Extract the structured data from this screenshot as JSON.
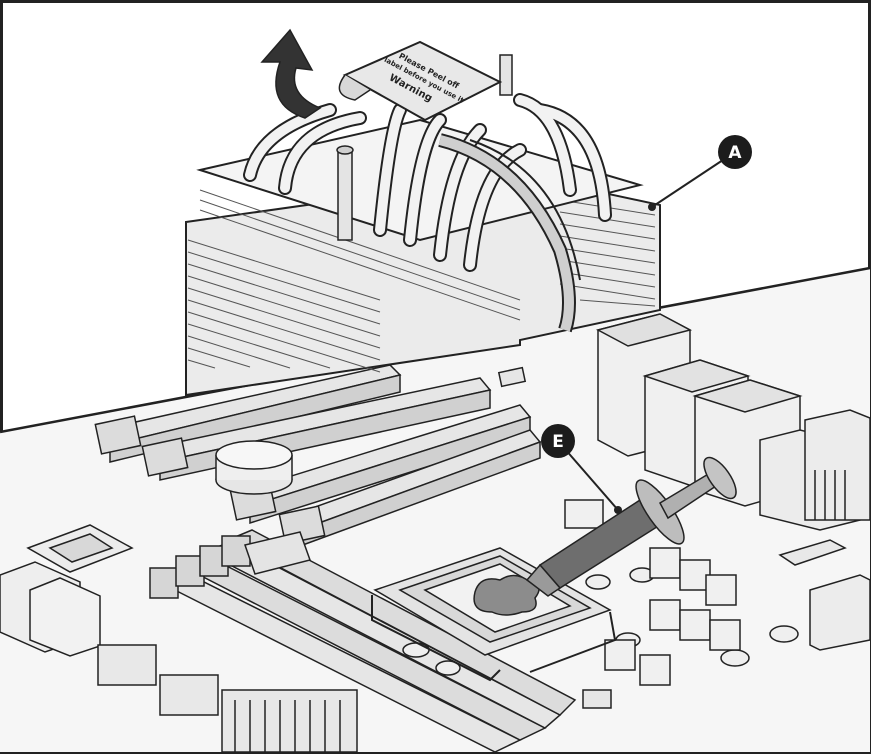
{
  "callouts": {
    "a": "A",
    "e": "E"
  },
  "protective_film": {
    "line1": "Please Peel off",
    "line2": "label before you use it",
    "line3": "Warning"
  },
  "colors": {
    "outline": "#222222",
    "metal_light": "#f0f0f0",
    "metal_mid": "#d9d9d9",
    "metal_dark": "#a8a8a8",
    "arrow": "#333333",
    "thermal_paste": "#8c8c8c",
    "syringe": "#6e6e6e",
    "callout_badge": "#1c1c1c"
  }
}
